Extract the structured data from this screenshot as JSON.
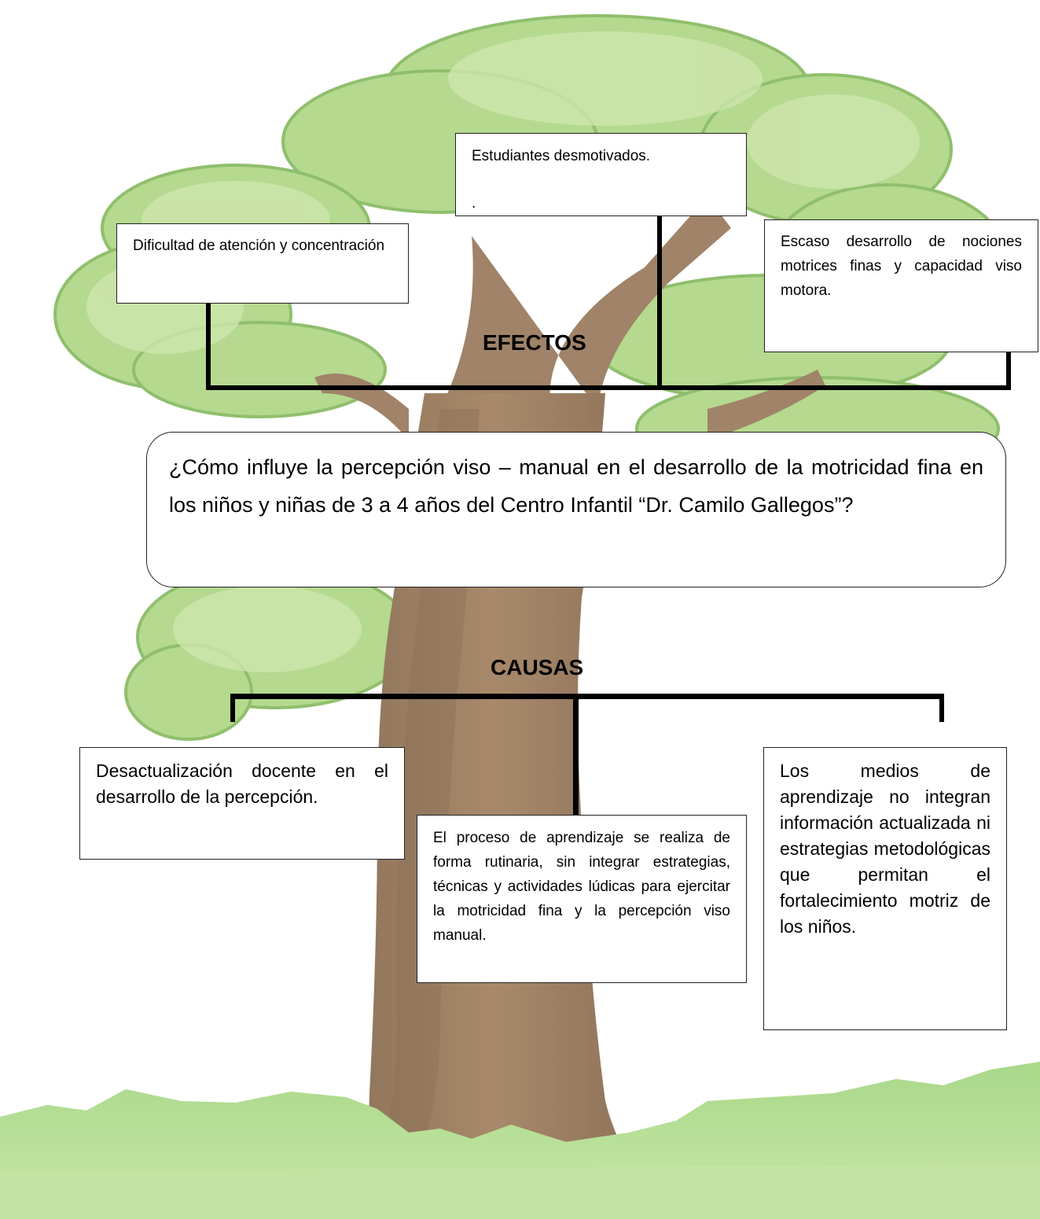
{
  "diagram": {
    "effects_heading": "EFECTOS",
    "causes_heading": "CAUSAS",
    "effects": [
      "Dificultad de atención y concentración",
      "Estudiantes desmotivados.",
      "Escaso desarrollo de nociones motrices finas y capacidad viso motora."
    ],
    "effect_2_extra": ".",
    "problem": " ¿Cómo influye la percepción viso – manual en el desarrollo de la motricidad fina en los niños y niñas de 3 a 4 años del Centro Infantil “Dr. Camilo Gallegos”?",
    "causes": [
      "Desactualización docente en el desarrollo de la percepción.",
      "El proceso de aprendizaje se realiza de forma rutinaria, sin integrar estrategias, técnicas y actividades lúdicas para ejercitar la motricidad fina y la percepción viso manual.",
      "Los medios de aprendizaje no integran información actualizada ni estrategias metodológicas que permitan el fortalecimiento motriz de los niños."
    ]
  },
  "colors": {
    "foliage_light": "#c6e2a3",
    "foliage_mid": "#a8d382",
    "foliage_edge": "#86b866",
    "trunk": "#9b8064",
    "trunk_dark": "#7f6550",
    "grass": "#a9d88a",
    "grass_light": "#c8e8a8",
    "connector": "#000000"
  }
}
